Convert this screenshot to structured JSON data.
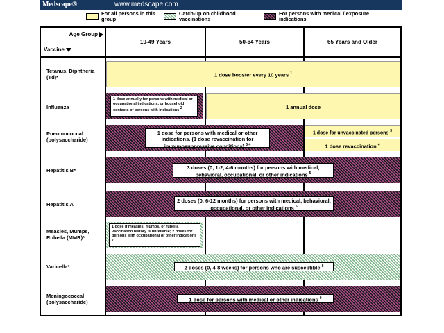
{
  "header": {
    "logo": "Medscape®",
    "url": "www.medscape.com"
  },
  "legend": [
    {
      "label": "For all persons in this group",
      "style": "yellow"
    },
    {
      "label": "Catch-up on childhood vaccinations",
      "style": "green"
    },
    {
      "label": "For persons with medical / exposure indications",
      "style": "purple"
    }
  ],
  "table": {
    "age_group_label": "Age Group",
    "vaccine_label": "Vaccine",
    "age_groups": [
      "19-49 Years",
      "50-64 Years",
      "65 Years and Older"
    ],
    "vaccines": [
      {
        "name": "Tetanus, Diphtheria (Td)*",
        "text": "1 dose booster every 10 years",
        "note": "1"
      },
      {
        "name": "Influenza",
        "text_a": "1 dose annually for persons with medical or occupational indications, or household contacts of persons with indications",
        "note_a": "2",
        "text_b": "1 annual dose"
      },
      {
        "name": "Pneumococcal (polysaccharide)",
        "text_a": "1 dose for persons with medical or other indications. (1 dose revaccination for immunosuppressive conditions)",
        "note_a": "3,4",
        "text_b": "1 dose for unvaccinated persons",
        "note_b": "3",
        "text_c": "1 dose revaccination",
        "note_c": "4"
      },
      {
        "name": "Hepatitis B*",
        "text": "3 doses (0, 1-2, 4-6 months) for persons with medical, behavioral, occupational, or other indications",
        "note": "5"
      },
      {
        "name": "Hepatitis A",
        "text": "2 doses (0, 6-12 months) for persons with medical, behavioral, occupational, or other indications",
        "note": "6"
      },
      {
        "name": "Measles, Mumps, Rubella (MMR)*",
        "text": "1 dose if measles, mumps, or rubella vaccination history is unreliable; 2 doses for persons with occupational or other indications",
        "note": "7"
      },
      {
        "name": "Varicella*",
        "text": "2 doses (0, 4-8 weeks) for persons who are susceptible",
        "note": "8"
      },
      {
        "name": "Meningococcal (polysaccharide)",
        "text": "1 dose for persons with medical or other indications",
        "note": "9"
      }
    ]
  },
  "colors": {
    "header_bar": "#17375e",
    "yellow": "#fdf7b0",
    "green_hatch": "#7fb58a",
    "purple_hatch": "#a64a86"
  }
}
